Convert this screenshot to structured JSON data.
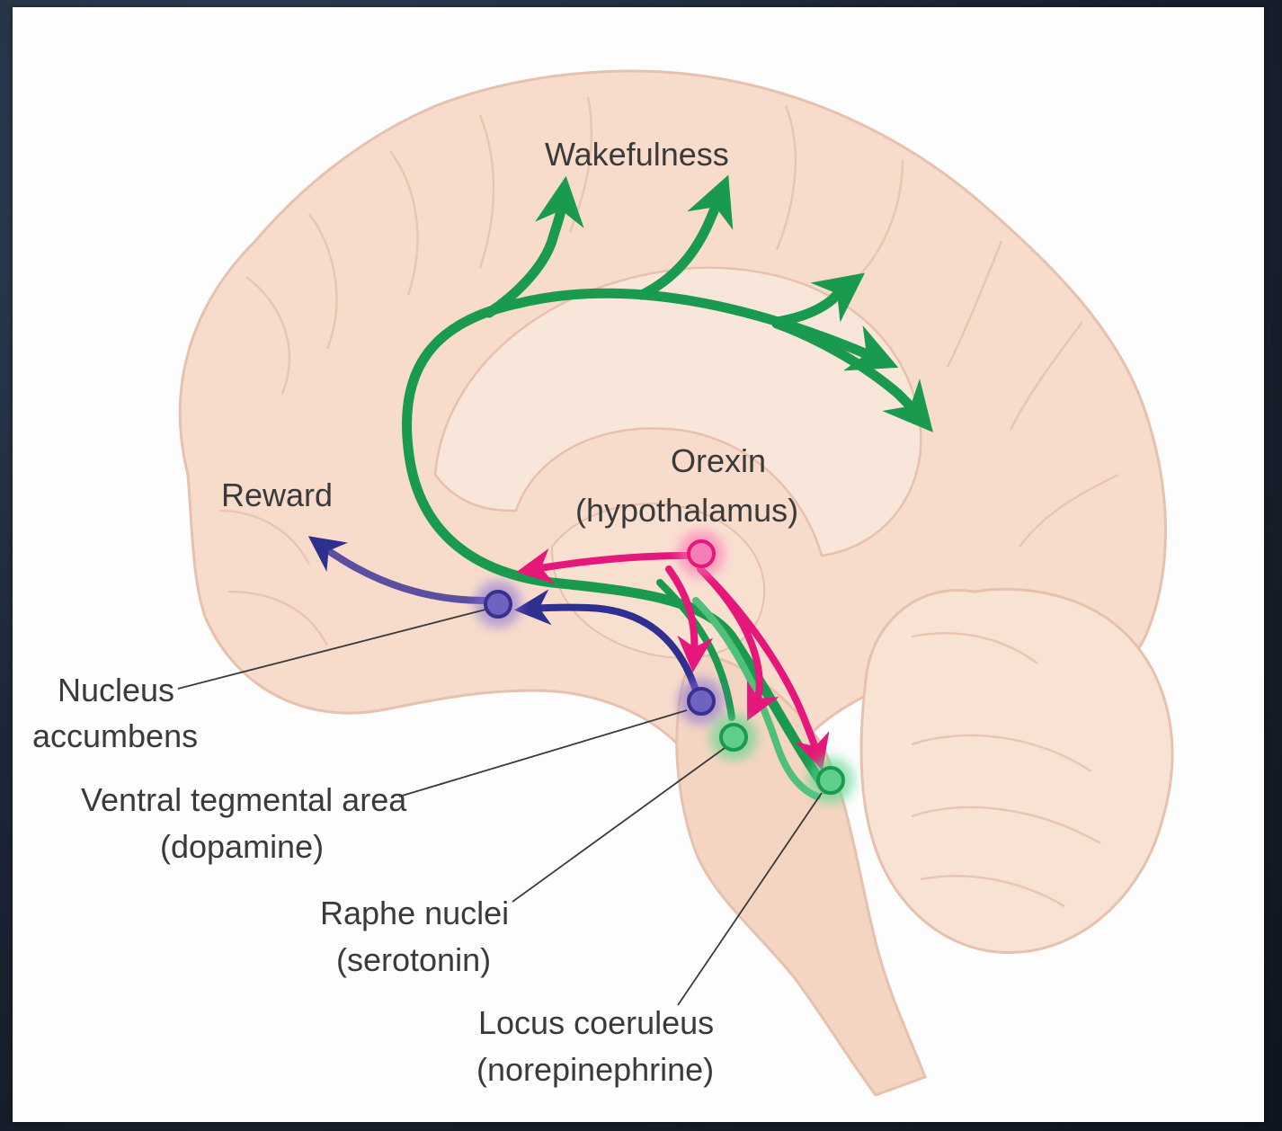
{
  "colors": {
    "brain_fill": "#f7dccb",
    "brain_outline": "#e6c1ad",
    "orexin": "#e6177a",
    "dopamine": "#2f2f8f",
    "noradrenergic_green": "#1a9a4e",
    "background": "#17202c",
    "panel": "#fdfdfd"
  },
  "labels": {
    "wakefulness": "Wakefulness",
    "reward": "Reward",
    "orexin_line1": "Orexin",
    "orexin_line2": "(hypothalamus)",
    "nucleus_line1": "Nucleus",
    "nucleus_line2": "accumbens",
    "vta_line1": "Ventral tegmental area",
    "vta_line2": "(dopamine)",
    "raphe_line1": "Raphe nuclei",
    "raphe_line2": "(serotonin)",
    "locus_line1": "Locus coeruleus",
    "locus_line2": "(norepinephrine)"
  },
  "icons": {
    "brain": "brain-sagittal-icon"
  }
}
